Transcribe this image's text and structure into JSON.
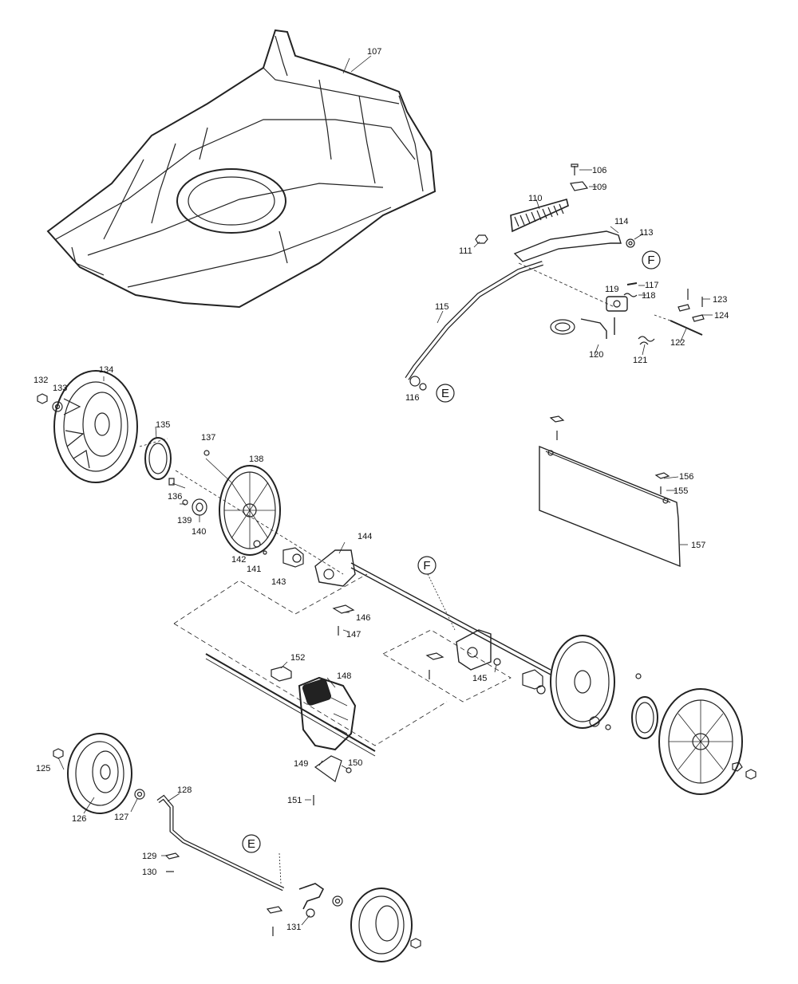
{
  "part_labels": {
    "p106": "106",
    "p107": "107",
    "p109": "109",
    "p110": "110",
    "p111": "111",
    "p113": "113",
    "p114": "114",
    "p115": "115",
    "p116": "116",
    "p117": "117",
    "p118": "118",
    "p119": "119",
    "p120": "120",
    "p121": "121",
    "p122": "122",
    "p123": "123",
    "p124": "124",
    "p125": "125",
    "p126": "126",
    "p127": "127",
    "p128": "128",
    "p129": "129",
    "p130": "130",
    "p131": "131",
    "p132": "132",
    "p133": "133",
    "p134": "134",
    "p135": "135",
    "p136": "136",
    "p137": "137",
    "p138": "138",
    "p139": "139",
    "p140": "140",
    "p141": "141",
    "p142": "142",
    "p143": "143",
    "p144": "144",
    "p145": "145",
    "p146": "146",
    "p147": "147",
    "p148": "148",
    "p149": "149",
    "p150": "150",
    "p151": "151",
    "p152": "152",
    "p155": "155",
    "p156": "156",
    "p157": "157"
  },
  "ref_markers": {
    "f_upper": "F",
    "f_mid": "F",
    "e_upper": "E",
    "e_lower": "E"
  }
}
